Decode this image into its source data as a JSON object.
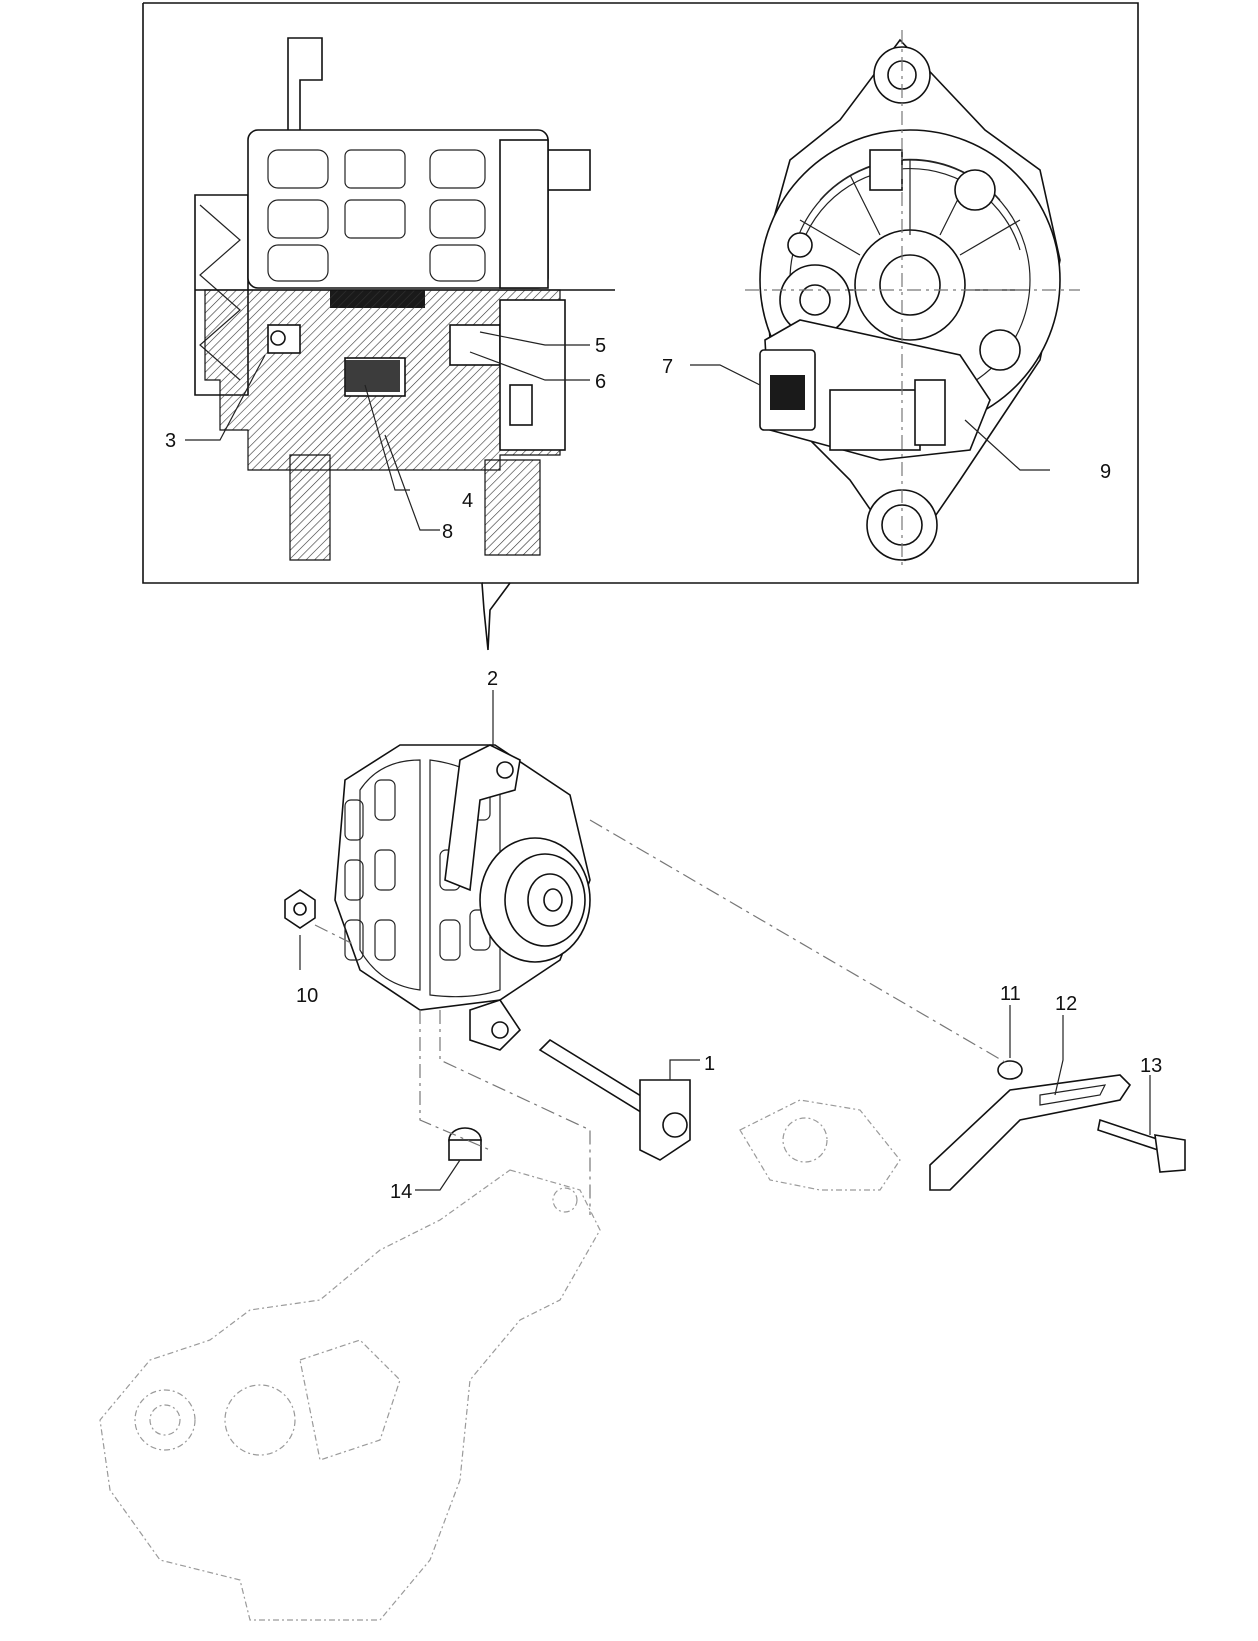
{
  "callouts": {
    "c1": "1",
    "c2": "2",
    "c3": "3",
    "c4": "4",
    "c5": "5",
    "c6": "6",
    "c7": "7",
    "c8": "8",
    "c9": "9",
    "c10": "10",
    "c11": "11",
    "c12": "12",
    "c13": "13",
    "c14": "14"
  },
  "colors": {
    "line": "#111111",
    "ghost_line": "#9a9a9a",
    "background": "#ffffff"
  }
}
